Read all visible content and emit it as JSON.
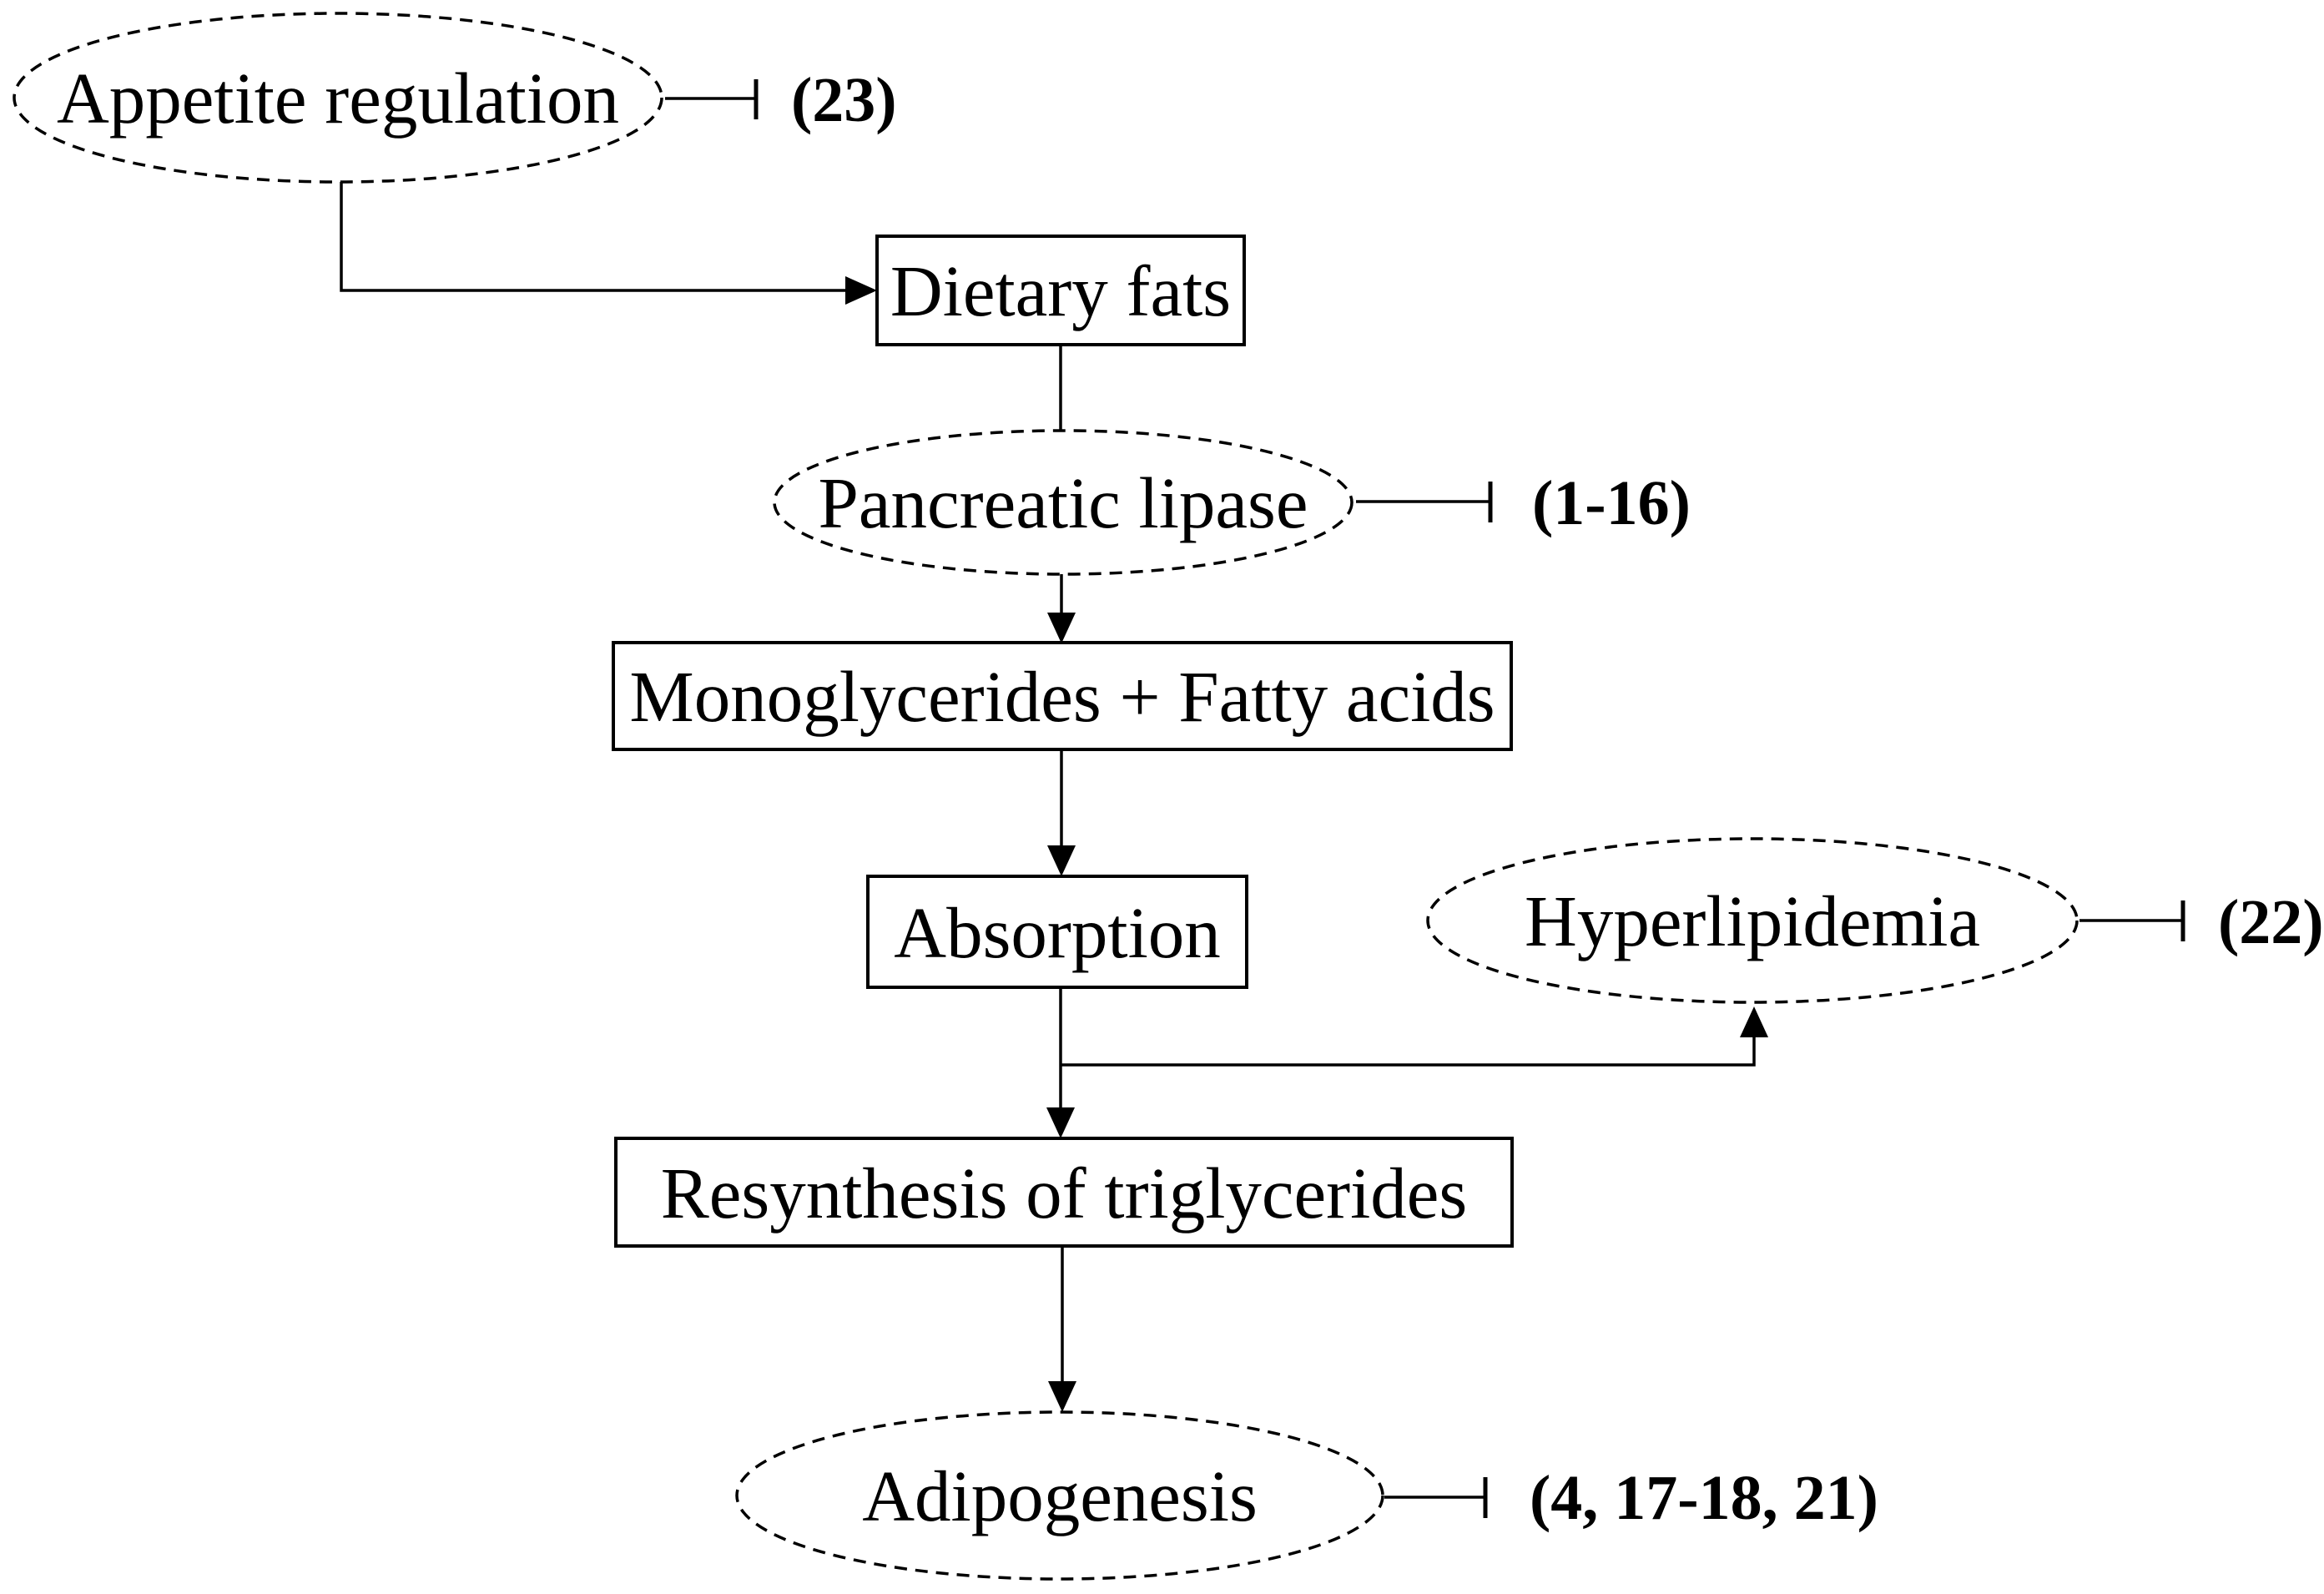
{
  "diagram": {
    "title": "Dietary fat metabolism pathway flowchart",
    "background_color": "#ffffff",
    "line_color": "#000000",
    "text_color": "#000000",
    "nodes": [
      {
        "id": "appetite-regulation",
        "label": "Appetite regulation",
        "shape": "dashed-ellipse"
      },
      {
        "id": "dietary-fats",
        "label": "Dietary fats",
        "shape": "rectangle"
      },
      {
        "id": "pancreatic-lipase",
        "label": "Pancreatic lipase",
        "shape": "dashed-ellipse"
      },
      {
        "id": "monoglycerides-fatty-acids",
        "label": "Monoglycerides + Fatty acids",
        "shape": "rectangle"
      },
      {
        "id": "absorption",
        "label": "Absorption",
        "shape": "rectangle"
      },
      {
        "id": "hyperlipidemia",
        "label": "Hyperlipidemia",
        "shape": "dashed-ellipse"
      },
      {
        "id": "resynthesis-of-triglycerides",
        "label": "Resynthesis of triglycerides",
        "shape": "rectangle"
      },
      {
        "id": "adipogenesis",
        "label": "Adipogenesis",
        "shape": "dashed-ellipse"
      }
    ],
    "references": [
      {
        "node": "appetite-regulation",
        "label": "(23)"
      },
      {
        "node": "pancreatic-lipase",
        "label": "(1-16)"
      },
      {
        "node": "hyperlipidemia",
        "label": "(22)"
      },
      {
        "node": "adipogenesis",
        "label": "(4, 17-18, 21)"
      }
    ],
    "edges": [
      {
        "from": "appetite-regulation",
        "to": "dietary-fats",
        "type": "arrow"
      },
      {
        "from": "dietary-fats",
        "to": "pancreatic-lipase",
        "type": "plain-line"
      },
      {
        "from": "pancreatic-lipase",
        "to": "monoglycerides-fatty-acids",
        "type": "arrow"
      },
      {
        "from": "monoglycerides-fatty-acids",
        "to": "absorption",
        "type": "arrow"
      },
      {
        "from": "absorption",
        "to": "resynthesis-of-triglycerides",
        "type": "arrow"
      },
      {
        "from": "absorption",
        "to": "hyperlipidemia",
        "type": "arrow"
      },
      {
        "from": "resynthesis-of-triglycerides",
        "to": "adipogenesis",
        "type": "arrow"
      }
    ]
  }
}
